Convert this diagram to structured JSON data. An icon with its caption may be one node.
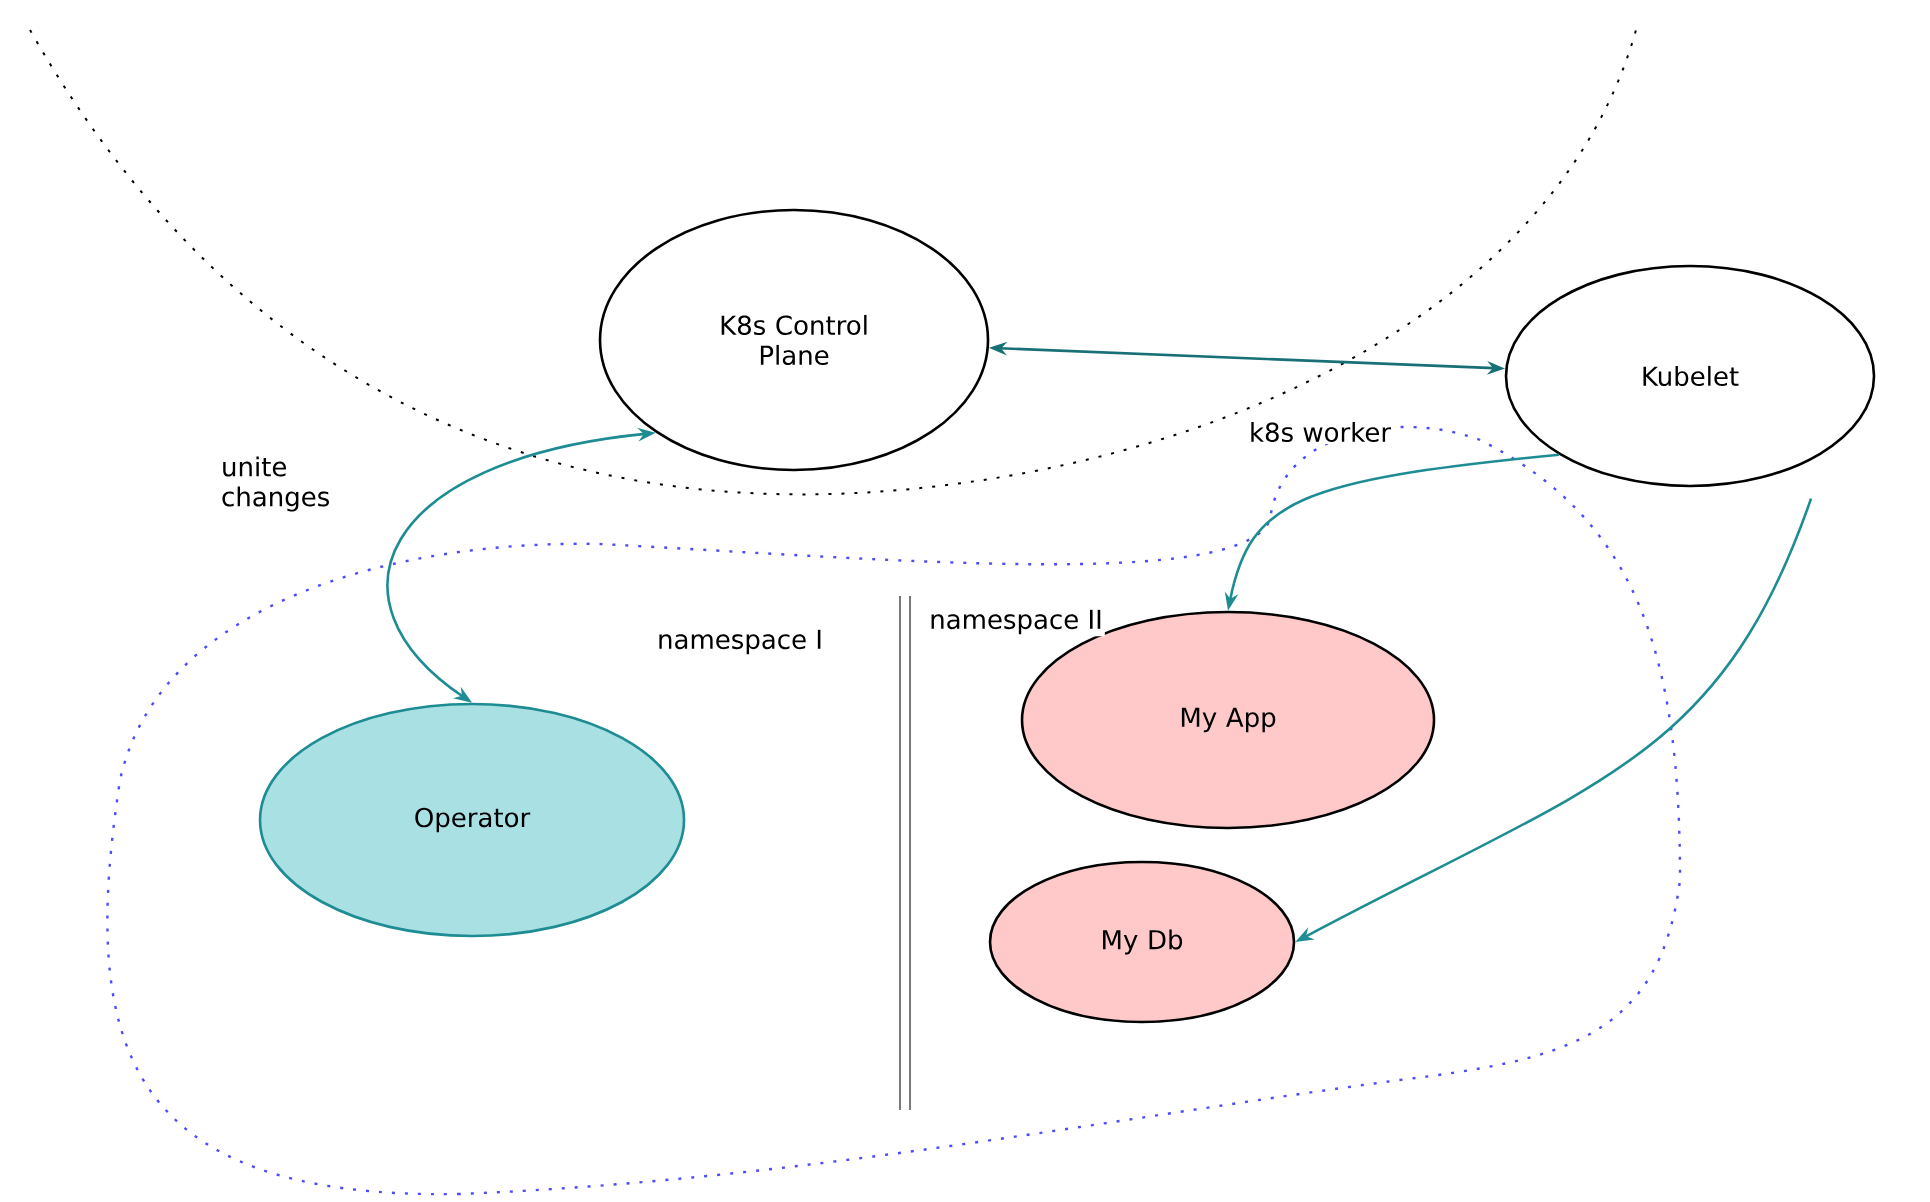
{
  "diagram": {
    "nodes": [
      {
        "text": [
          "K8s Control Plane"
        ]
      },
      {
        "text": [
          "Kubelet"
        ]
      },
      {
        "text": [
          "Operator"
        ]
      },
      {
        "text": [
          "My App"
        ]
      },
      {
        "text": [
          "My Db"
        ]
      }
    ],
    "edges": [
      {
        "from": 0,
        "to": 1,
        "arrow": "both"
      },
      {
        "from": 2,
        "to": 0,
        "arrow": "both",
        "label": "unite changes",
        "color": "#1e8c93"
      },
      {
        "from": 1,
        "to": 3,
        "arrow": "to",
        "color": "#1e8c93"
      },
      {
        "from": 1,
        "to": 4,
        "arrow": "to",
        "color": "#1e8c93"
      }
    ],
    "labels": [
      "k8s worker",
      "namespace I",
      "namespace II"
    ]
  }
}
